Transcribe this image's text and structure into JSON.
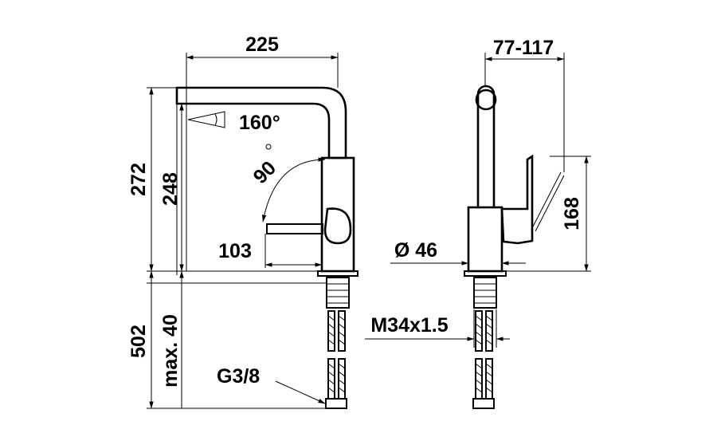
{
  "dimensions": {
    "spout_reach": "225",
    "swivel_angle": "160°",
    "handle_angle": "90",
    "total_height": "272",
    "spout_height": "248",
    "handle_clearance": "103",
    "hose_length": "502",
    "max_counter_thickness": "max. 40",
    "hose_connection": "G3/8",
    "handle_offset": "77-117",
    "lever_height": "168",
    "body_diameter": "Ø 46",
    "thread": "M34x1.5"
  }
}
